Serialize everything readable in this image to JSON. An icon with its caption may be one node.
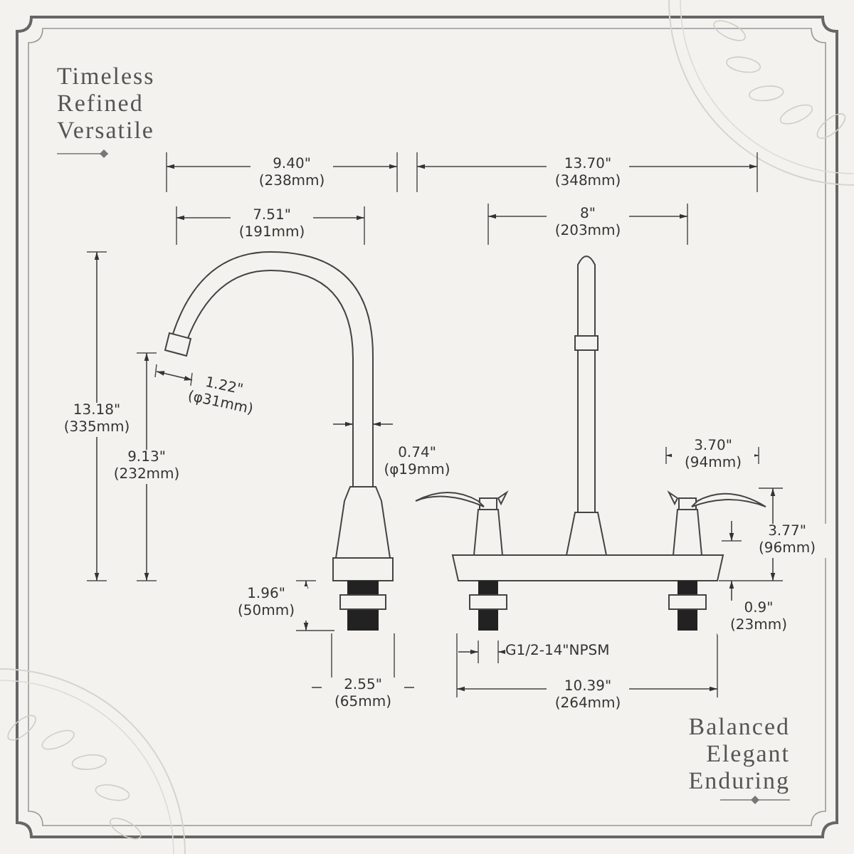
{
  "diagram": {
    "labels": [
      "Timeless",
      "Refined",
      "Versatile",
      "9.40\" (238mm)",
      "13.70\" (348mm)",
      "7.51\" (191mm)",
      "8\" (203mm)",
      "13.18\" (335mm)",
      "1.22\" (φ31mm)",
      "9.13\" (232mm)",
      "0.74\" (φ19mm)",
      "3.70\" (94mm)",
      "3.77\" (96mm)",
      "1.96\" (50mm)",
      "0.9\" (23mm)",
      "G1/2-14\"NPSM",
      "2.55\" (65mm)",
      "10.39\" (264mm)",
      "Balanced",
      "Elegant",
      "Enduring"
    ]
  }
}
